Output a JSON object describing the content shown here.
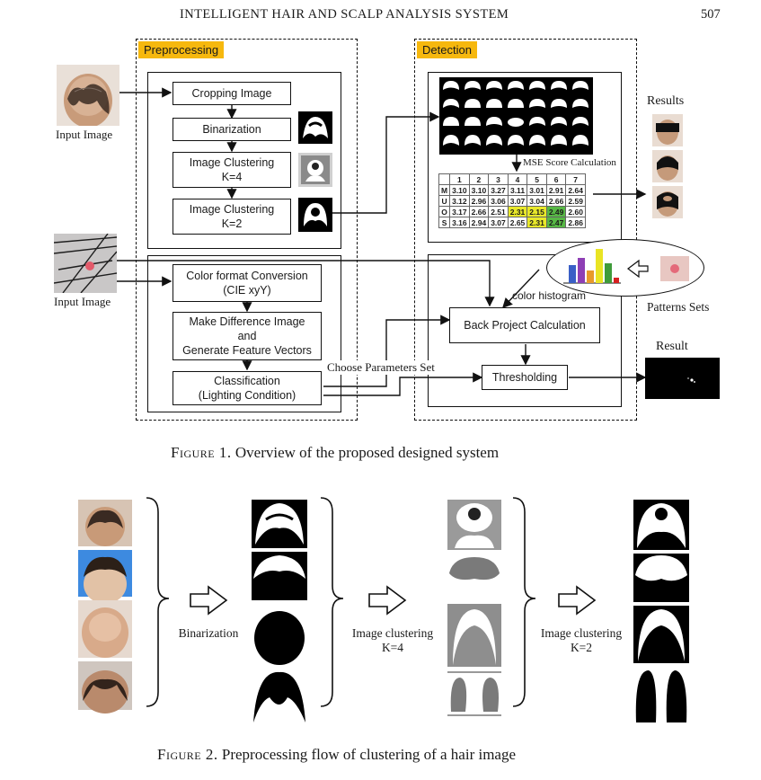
{
  "running_head": {
    "title": "INTELLIGENT HAIR AND SCALP ANALYSIS SYSTEM",
    "page_number": "507"
  },
  "figure1": {
    "preprocessing_label": "Preprocessing",
    "detection_label": "Detection",
    "input_image_label_1": "Input Image",
    "input_image_label_2": "Input Image",
    "steps_top": {
      "cropping": "Cropping Image",
      "binarization": "Binarization",
      "clustering4_line1": "Image Clustering",
      "clustering4_line2": "K=4",
      "clustering2_line1": "Image Clustering",
      "clustering2_line2": "K=2"
    },
    "steps_bottom": {
      "color_line1": "Color format Conversion",
      "color_line2": "(CIE xyY)",
      "diff_line1": "Make Difference Image",
      "diff_line2": "and",
      "diff_line3": "Generate Feature Vectors",
      "class_line1": "Classification",
      "class_line2": "(Lighting Condition)"
    },
    "mse_label": "MSE Score Calculation",
    "mse_table": {
      "headers": [
        "",
        "1",
        "2",
        "3",
        "4",
        "5",
        "6",
        "7"
      ],
      "rows": [
        [
          "M",
          "3.10",
          "3.10",
          "3.27",
          "3.11",
          "3.01",
          "2.91",
          "2.64"
        ],
        [
          "U",
          "3.12",
          "2.96",
          "3.06",
          "3.07",
          "3.04",
          "2.66",
          "2.59"
        ],
        [
          "O",
          "3.17",
          "2.66",
          "2.51",
          "2.31",
          "2.15",
          "2.49",
          "2.60"
        ],
        [
          "S",
          "3.16",
          "2.94",
          "3.07",
          "2.65",
          "2.31",
          "2.47",
          "2.86"
        ]
      ],
      "highlight_yellow": "#e8e82a",
      "highlight_green": "#57b845"
    },
    "results_label": "Results",
    "patterns_label": "Patterns Sets",
    "color_histogram_label": "color histogram",
    "back_project": "Back Project Calculation",
    "thresholding": "Thresholding",
    "choose_params": "Choose Parameters Set",
    "result_label": "Result",
    "caption_prefix": "Figure 1.",
    "caption_text": "Overview of the proposed designed system"
  },
  "figure2": {
    "binarization": "Binarization",
    "clustering4_line1": "Image clustering",
    "clustering4_line2": "K=4",
    "clustering2_line1": "Image clustering",
    "clustering2_line2": "K=2",
    "caption_prefix": "Figure 2.",
    "caption_text": "Preprocessing flow of clustering of a hair image"
  },
  "colors": {
    "tag": "#f6b80e"
  }
}
